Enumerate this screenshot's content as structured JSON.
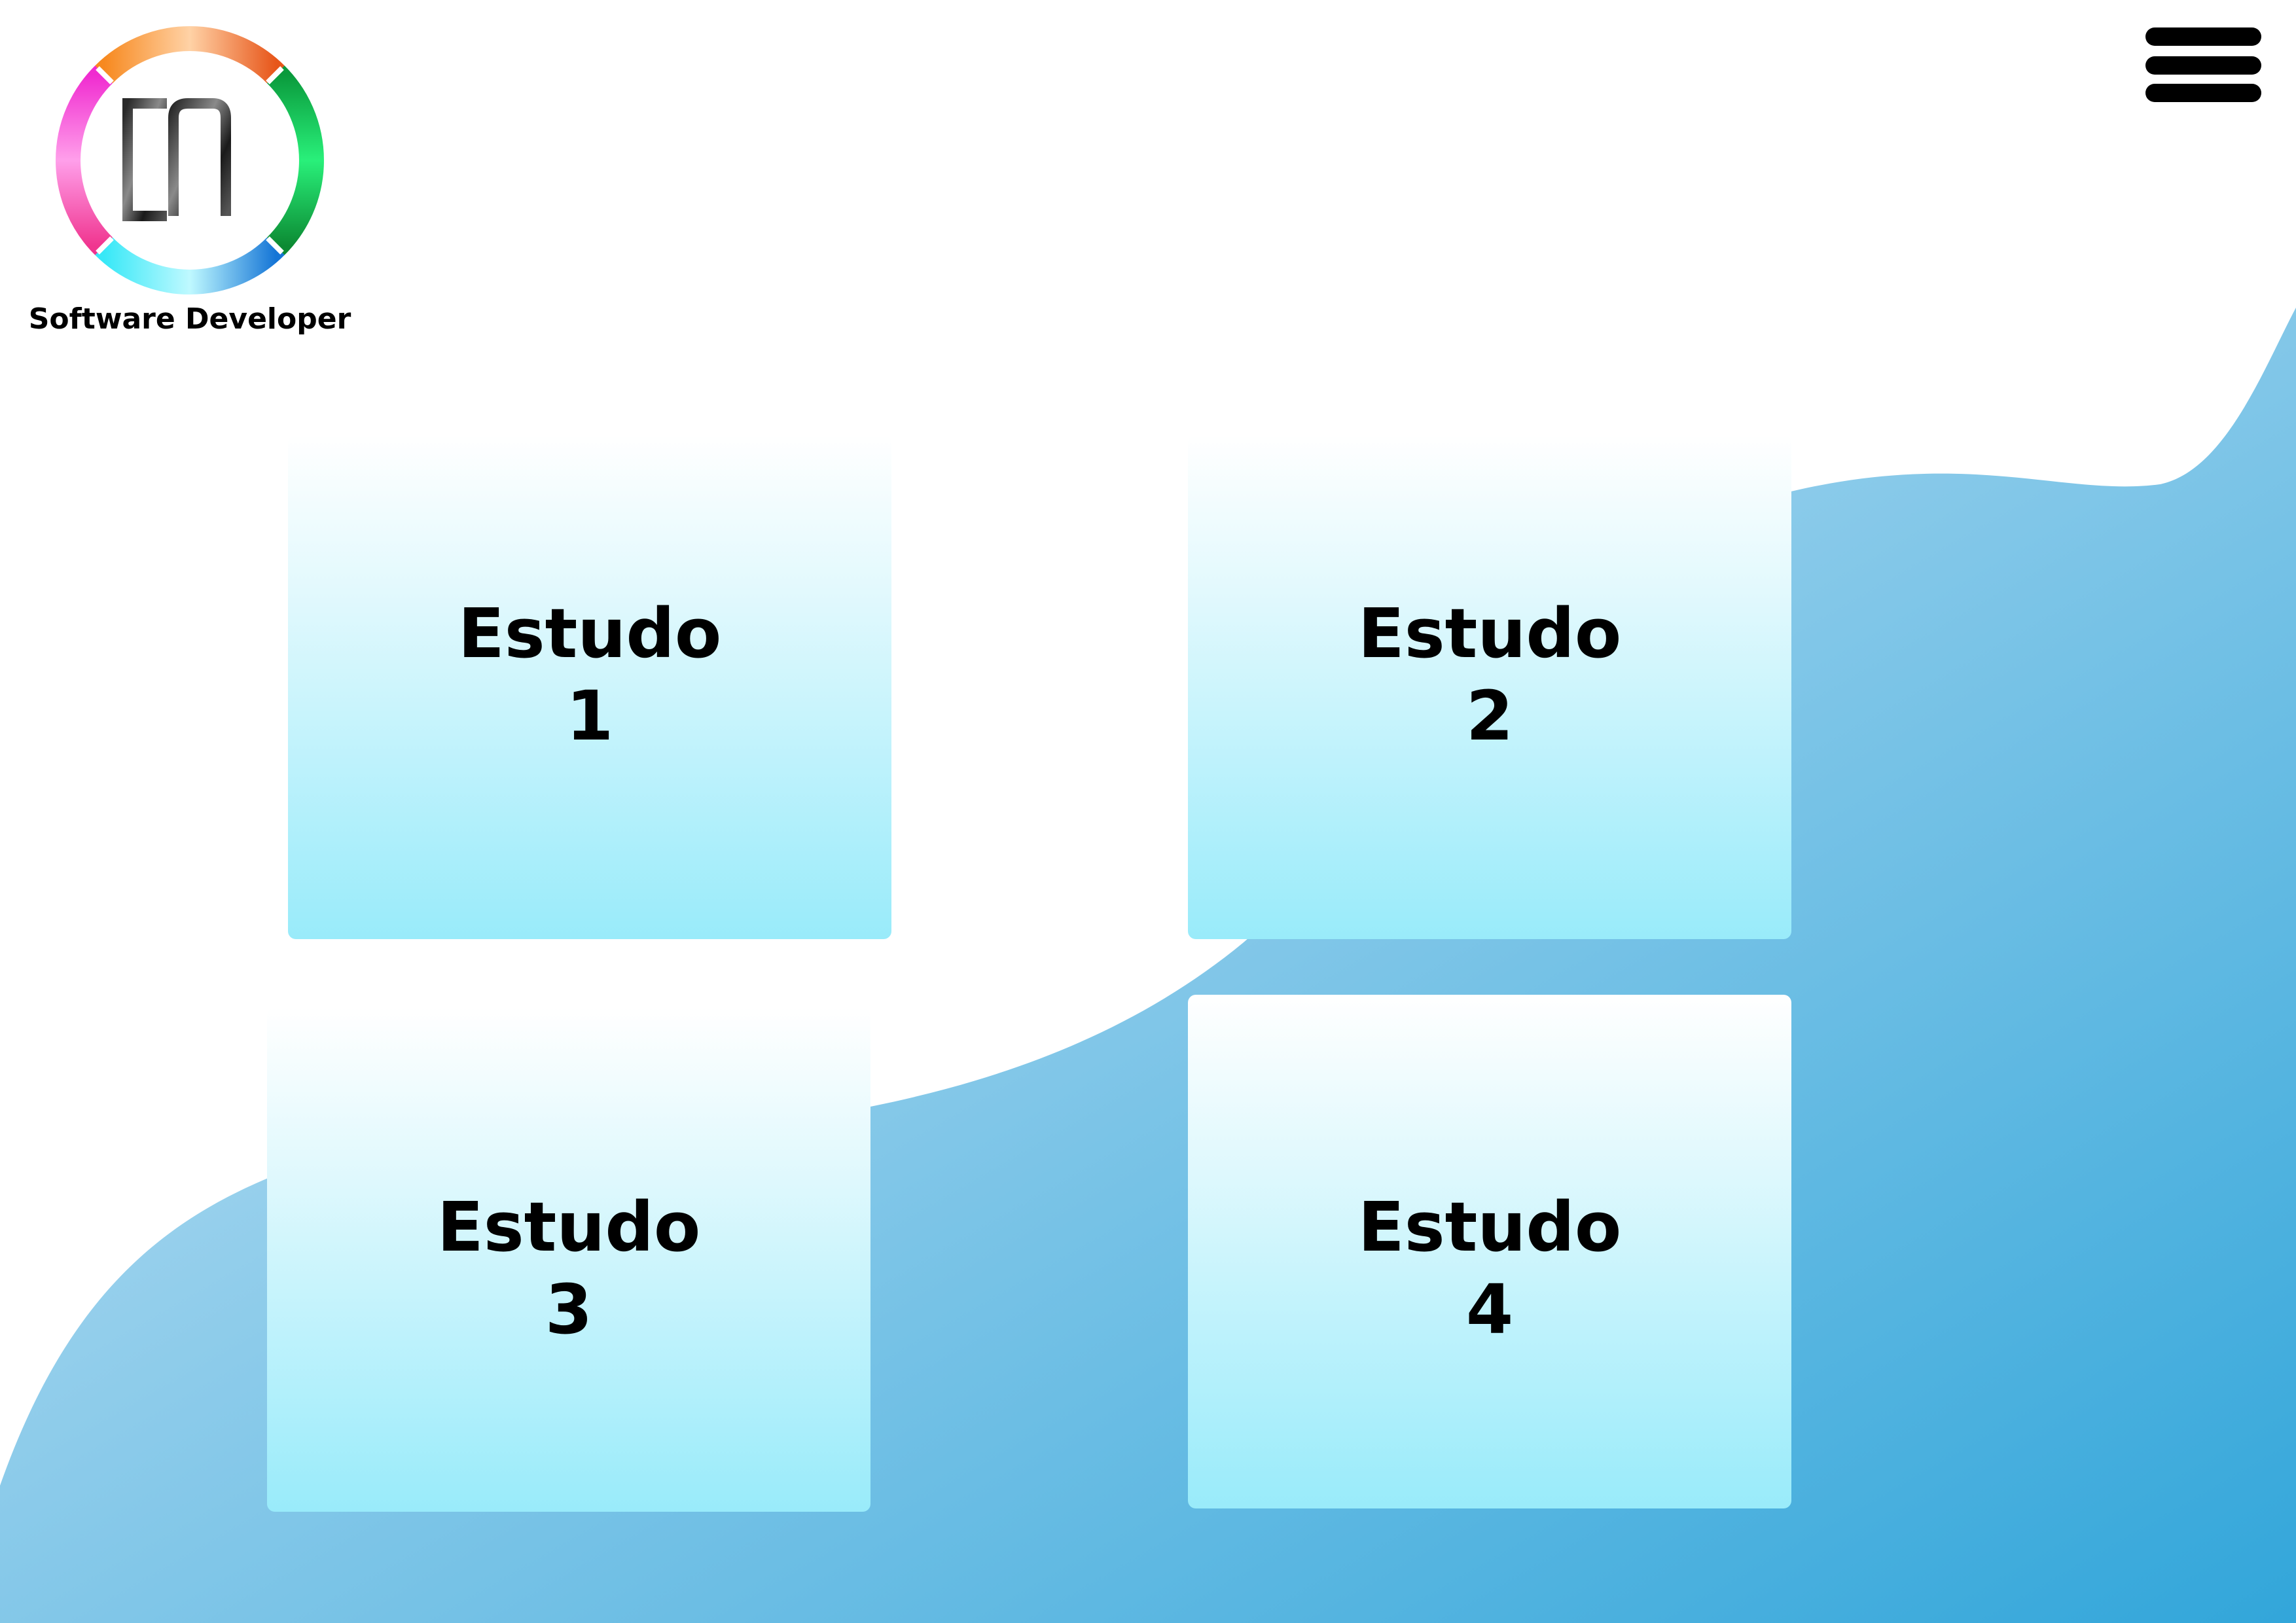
{
  "brand": {
    "logo_letters": "EA",
    "caption": "Software Developer"
  },
  "header": {
    "menu_icon": "hamburger-menu-icon"
  },
  "colors": {
    "card_gradient_top": "#ffffff",
    "card_gradient_bottom": "#99ebfa",
    "wave_light": "#c4e4f3",
    "wave_dark": "#32a6da",
    "ring_orange": "#f26b1d",
    "ring_green": "#00c853",
    "ring_cyan": "#2de3f5",
    "ring_magenta": "#f23bd6"
  },
  "studies": [
    {
      "title": "Estudo",
      "number": "1"
    },
    {
      "title": "Estudo",
      "number": "2"
    },
    {
      "title": "Estudo",
      "number": "3"
    },
    {
      "title": "Estudo",
      "number": "4"
    }
  ]
}
